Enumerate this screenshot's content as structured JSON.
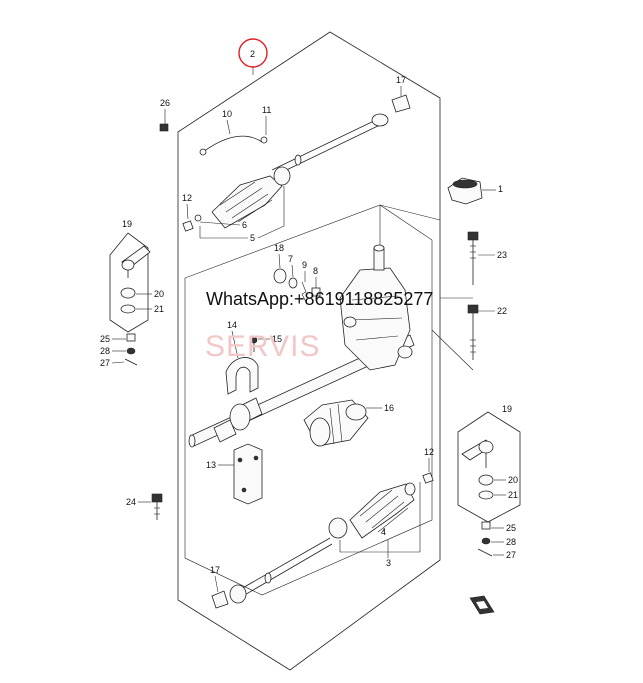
{
  "diagram": {
    "highlight_circle_color": "#e01f26",
    "callouts": {
      "c2": "2",
      "c26": "26",
      "c10": "10",
      "c11": "11",
      "c17a": "17",
      "c1": "1",
      "c12a": "12",
      "c6": "6",
      "c5": "5",
      "c19a": "19",
      "c20a": "20",
      "c21a": "21",
      "c18": "18",
      "c7": "7",
      "c9": "9",
      "c8": "8",
      "c23": "23",
      "c22": "22",
      "c25a": "25",
      "c28a": "28",
      "c27a": "27",
      "c14": "14",
      "c15": "15",
      "c16": "16",
      "c19b": "19",
      "c13": "13",
      "c12b": "12",
      "c20b": "20",
      "c21b": "21",
      "c24": "24",
      "c4": "4",
      "c3": "3",
      "c25b": "25",
      "c28b": "28",
      "c27b": "27",
      "c17b": "17"
    },
    "watermark_contact": "WhatsApp:+8619118825277",
    "watermark_faint": "SERVIS"
  }
}
